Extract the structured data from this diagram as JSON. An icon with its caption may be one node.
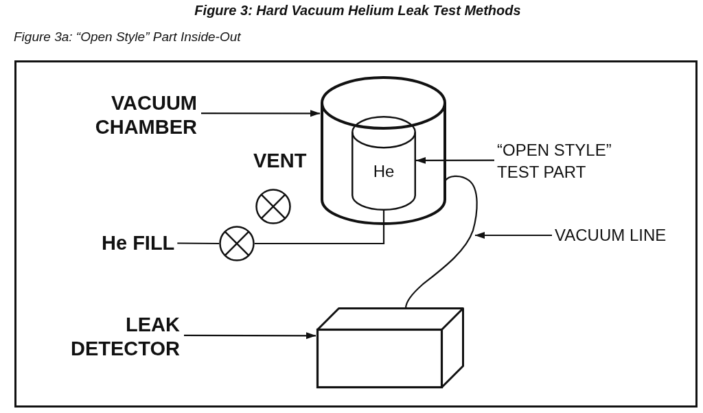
{
  "diagram": {
    "title": "Figure 3: Hard Vacuum Helium Leak Test Methods",
    "nodes": [
      {
        "text": [
          "VACUUM CHAMBER"
        ]
      },
      {
        "text": [],
        "shape": "cylinder"
      },
      {
        "text": [
          "He"
        ],
        "in": 1
      },
      {
        "text": [
          "“OPEN STYLE” TEST PART"
        ]
      },
      {
        "text": [],
        "shape": "circle",
        "beside": [
          "VENT"
        ]
      },
      {
        "text": [
          "He FILL"
        ]
      },
      {
        "text": [],
        "shape": "circle"
      },
      {
        "text": [
          "VACUUM LINE"
        ]
      },
      {
        "text": [
          "LEAK DETECTOR"
        ]
      },
      {
        "text": [],
        "shape": "box"
      }
    ],
    "edges": [
      {
        "from": 0,
        "to": 1,
        "arrow": "to"
      },
      {
        "from": 3,
        "to": 2,
        "arrow": "to"
      },
      {
        "from": 5,
        "to": 6,
        "arrow": "none"
      },
      {
        "from": 6,
        "to": 2,
        "arrow": "none"
      },
      {
        "from": 1,
        "to": 9,
        "arrow": "none"
      },
      {
        "from": 7,
        "to": null,
        "arrow": "to"
      },
      {
        "from": 8,
        "to": 9,
        "arrow": "to"
      }
    ],
    "labels": [
      "Figure 3a: “Open Style” Part Inside-Out"
    ]
  }
}
